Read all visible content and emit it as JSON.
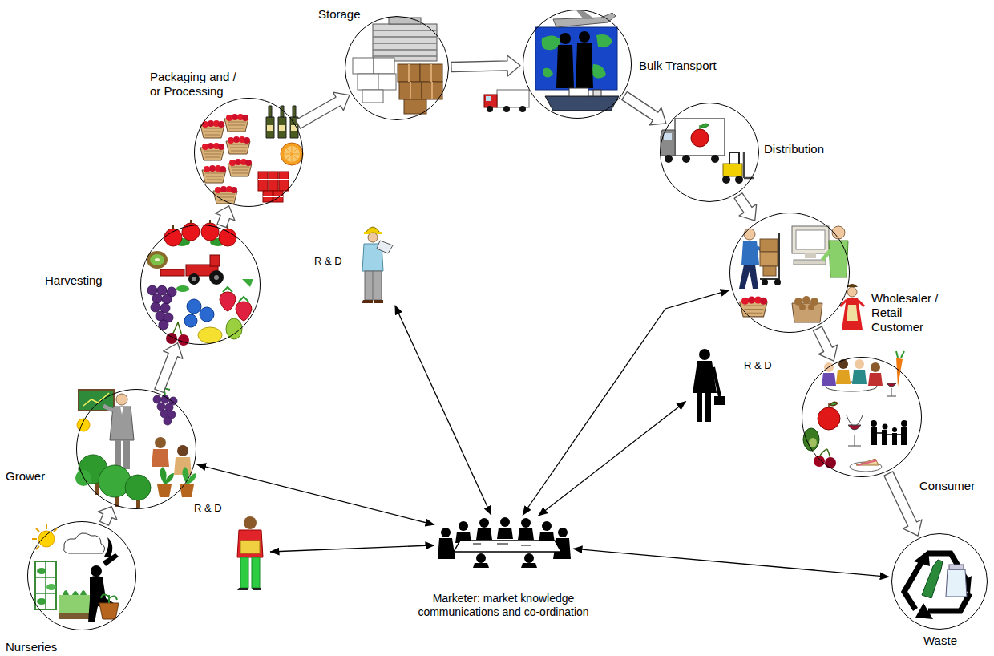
{
  "diagram": {
    "nodes": [
      {
        "text": [
          "Storage"
        ]
      },
      {
        "text": [
          "Bulk Transport"
        ]
      },
      {
        "text": [
          "Packaging and / or Processing"
        ]
      },
      {
        "text": [
          "Distribution"
        ]
      },
      {
        "text": [
          "Harvesting"
        ]
      },
      {
        "text": [
          "R & D"
        ]
      },
      {
        "text": [
          "Wholesaler / Retail Customer"
        ]
      },
      {
        "text": [
          "R & D"
        ]
      },
      {
        "text": [
          "Grower"
        ]
      },
      {
        "text": [
          "Consumer"
        ]
      },
      {
        "text": [
          "R & D"
        ]
      },
      {
        "text": [
          "Marketer: market knowledge communications and co-ordination"
        ]
      },
      {
        "text": [
          "Nurseries"
        ]
      },
      {
        "text": [
          "Waste"
        ]
      }
    ],
    "edges": [
      {
        "from": 12,
        "to": 8,
        "arrow": "to"
      },
      {
        "from": 8,
        "to": 4,
        "arrow": "to"
      },
      {
        "from": 4,
        "to": 2,
        "arrow": "to"
      },
      {
        "from": 2,
        "to": 0,
        "arrow": "to"
      },
      {
        "from": 0,
        "to": 1,
        "arrow": "to"
      },
      {
        "from": 1,
        "to": 3,
        "arrow": "to"
      },
      {
        "from": 3,
        "to": 6,
        "arrow": "to"
      },
      {
        "from": 6,
        "to": 9,
        "arrow": "to"
      },
      {
        "from": 9,
        "to": 13,
        "arrow": "to"
      },
      {
        "from": 8,
        "to": 11,
        "arrow": "both"
      },
      {
        "from": 5,
        "to": 11,
        "arrow": "both"
      },
      {
        "from": 11,
        "to": 6,
        "arrow": "both"
      },
      {
        "from": 11,
        "to": 7,
        "arrow": "both"
      },
      {
        "from": 10,
        "to": 11,
        "arrow": "both"
      },
      {
        "from": 11,
        "to": 13,
        "arrow": "both"
      }
    ]
  }
}
